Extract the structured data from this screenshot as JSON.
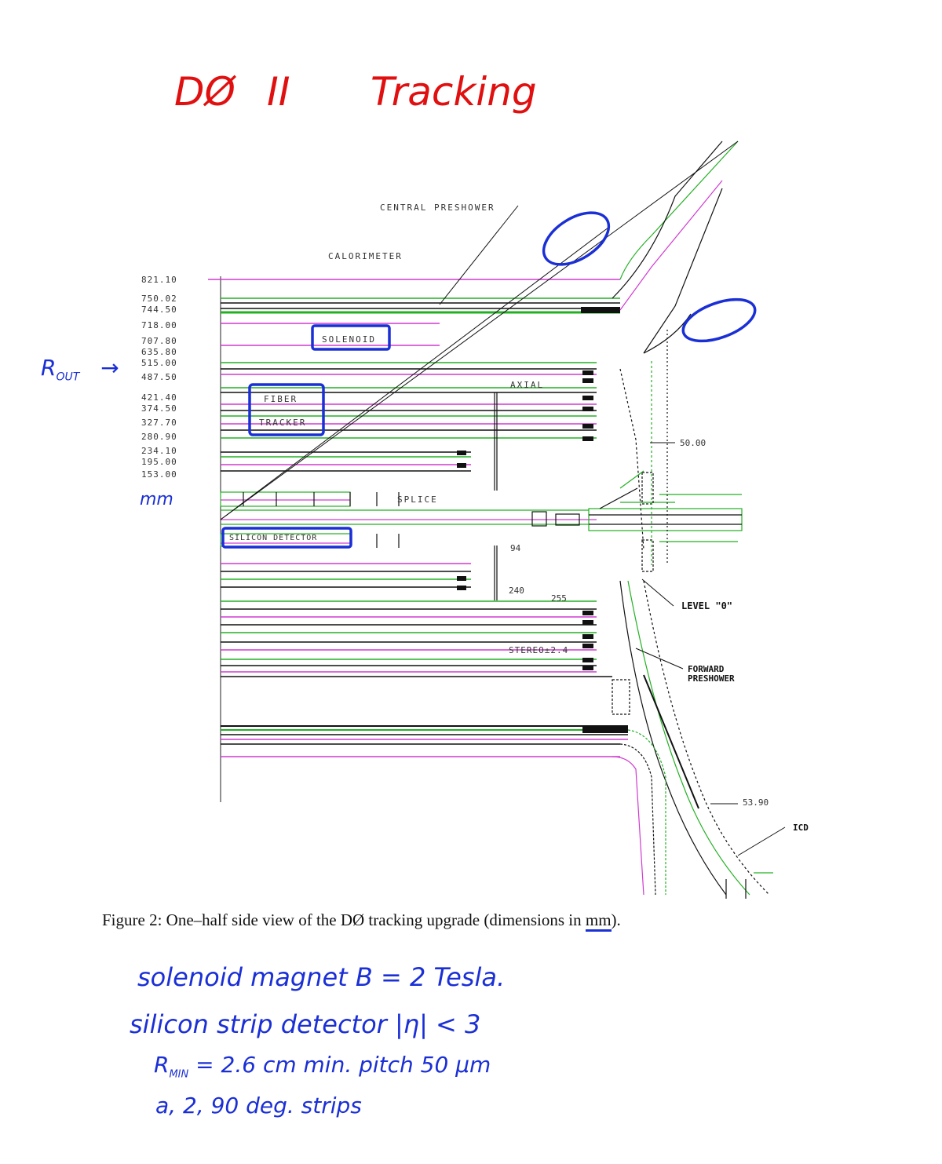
{
  "title": {
    "d0": "DØ",
    "roman": "II",
    "word": "Tracking"
  },
  "diagram": {
    "radius_labels": [
      "821.10",
      "750.02",
      "744.50",
      "718.00",
      "707.80",
      "635.80",
      "515.00",
      "487.50",
      "421.40",
      "374.50",
      "327.70",
      "280.90",
      "234.10",
      "195.00",
      "153.00"
    ],
    "component_labels": {
      "central_preshower": "CENTRAL PRESHOWER",
      "calorimeter": "CALORIMETER",
      "solenoid": "SOLENOID",
      "fiber_tracker": [
        "FIBER",
        "TRACKER"
      ],
      "axial": "AXIAL",
      "silicon_detector": "SILICON DETECTOR",
      "splice": "SPLICE",
      "stereo": "STEREO±2.4",
      "level0": "LEVEL \"0\"",
      "forward_preshower": [
        "FORWARD",
        "PRESHOWER"
      ],
      "icd": "ICD",
      "angle_label_1": "50.00",
      "angle_label_2": "53.90",
      "z_94": "94",
      "z_240": "240",
      "z_255": "255"
    },
    "annotations": {
      "r_out": "R",
      "r_out_sub": "OUT",
      "r_out_arrow": "→",
      "mm": "mm"
    }
  },
  "caption": {
    "prefix": "Figure 2: One–half side view of the DØ tracking upgrade (dimensions in ",
    "unit": "mm",
    "suffix": ")."
  },
  "notes": {
    "line1": "solenoid   magnet    B  =  2  Tesla.",
    "line2": "silicon  strip  detector   |η| < 3",
    "line3_a": "R",
    "line3_sub": "MIN",
    "line3_b": " =  2.6  cm      min. pitch  50 μm",
    "line4": "a, 2, 90  deg.  strips"
  },
  "colors": {
    "title": "#e01010",
    "annotation": "#1a2fd6",
    "green": "#22b022",
    "magenta": "#d03ad0",
    "ink": "#111111"
  }
}
